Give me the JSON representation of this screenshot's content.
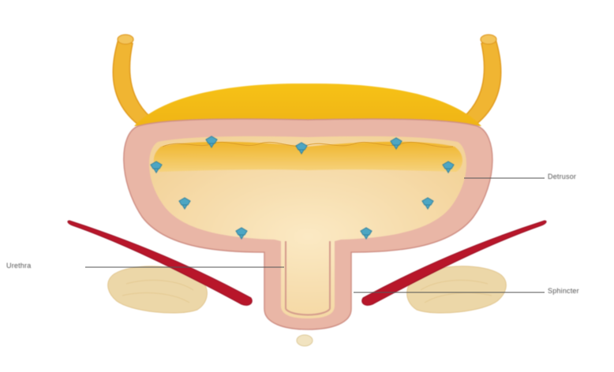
{
  "labels": {
    "right_top": "Detrusor",
    "left": "Urethra",
    "right_bottom": "Sphincter"
  },
  "colors": {
    "ureter": "#f0b530",
    "urine_dome": "#f2bd12",
    "bladder_wall": "#e9b6a6",
    "lumen": "#f7ddb0",
    "receptors": "#4ea6c3",
    "muscle": "#b8142a",
    "bone": "#ecd7a8",
    "leader": "#555555"
  },
  "icons": {
    "receptor": "receptor-marker-icon"
  }
}
